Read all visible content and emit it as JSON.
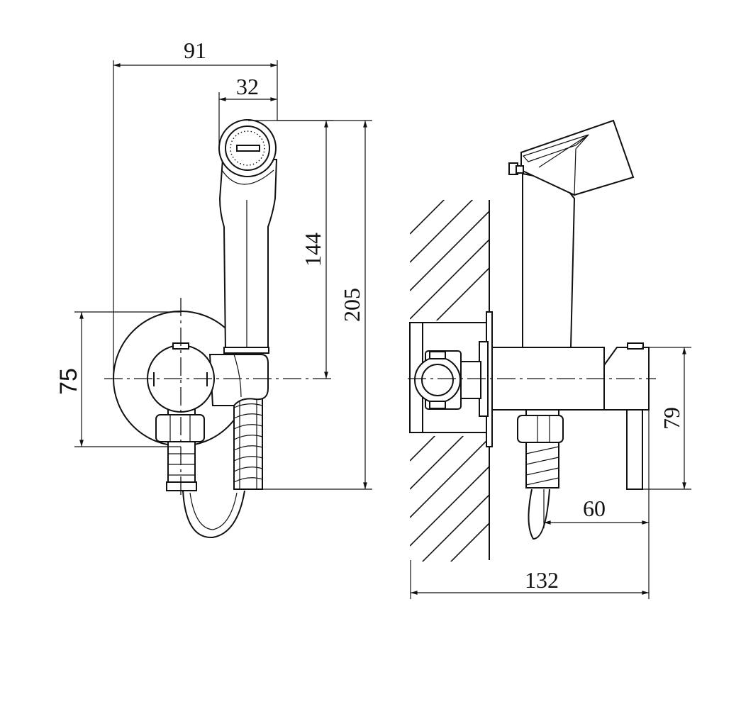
{
  "dimensions": {
    "overall_width_front": "91",
    "spray_head_width": "32",
    "spray_head_height": "144",
    "overall_height": "205",
    "plate_diameter": "75",
    "body_height": "79",
    "handle_offset": "60",
    "overall_depth": "132"
  }
}
